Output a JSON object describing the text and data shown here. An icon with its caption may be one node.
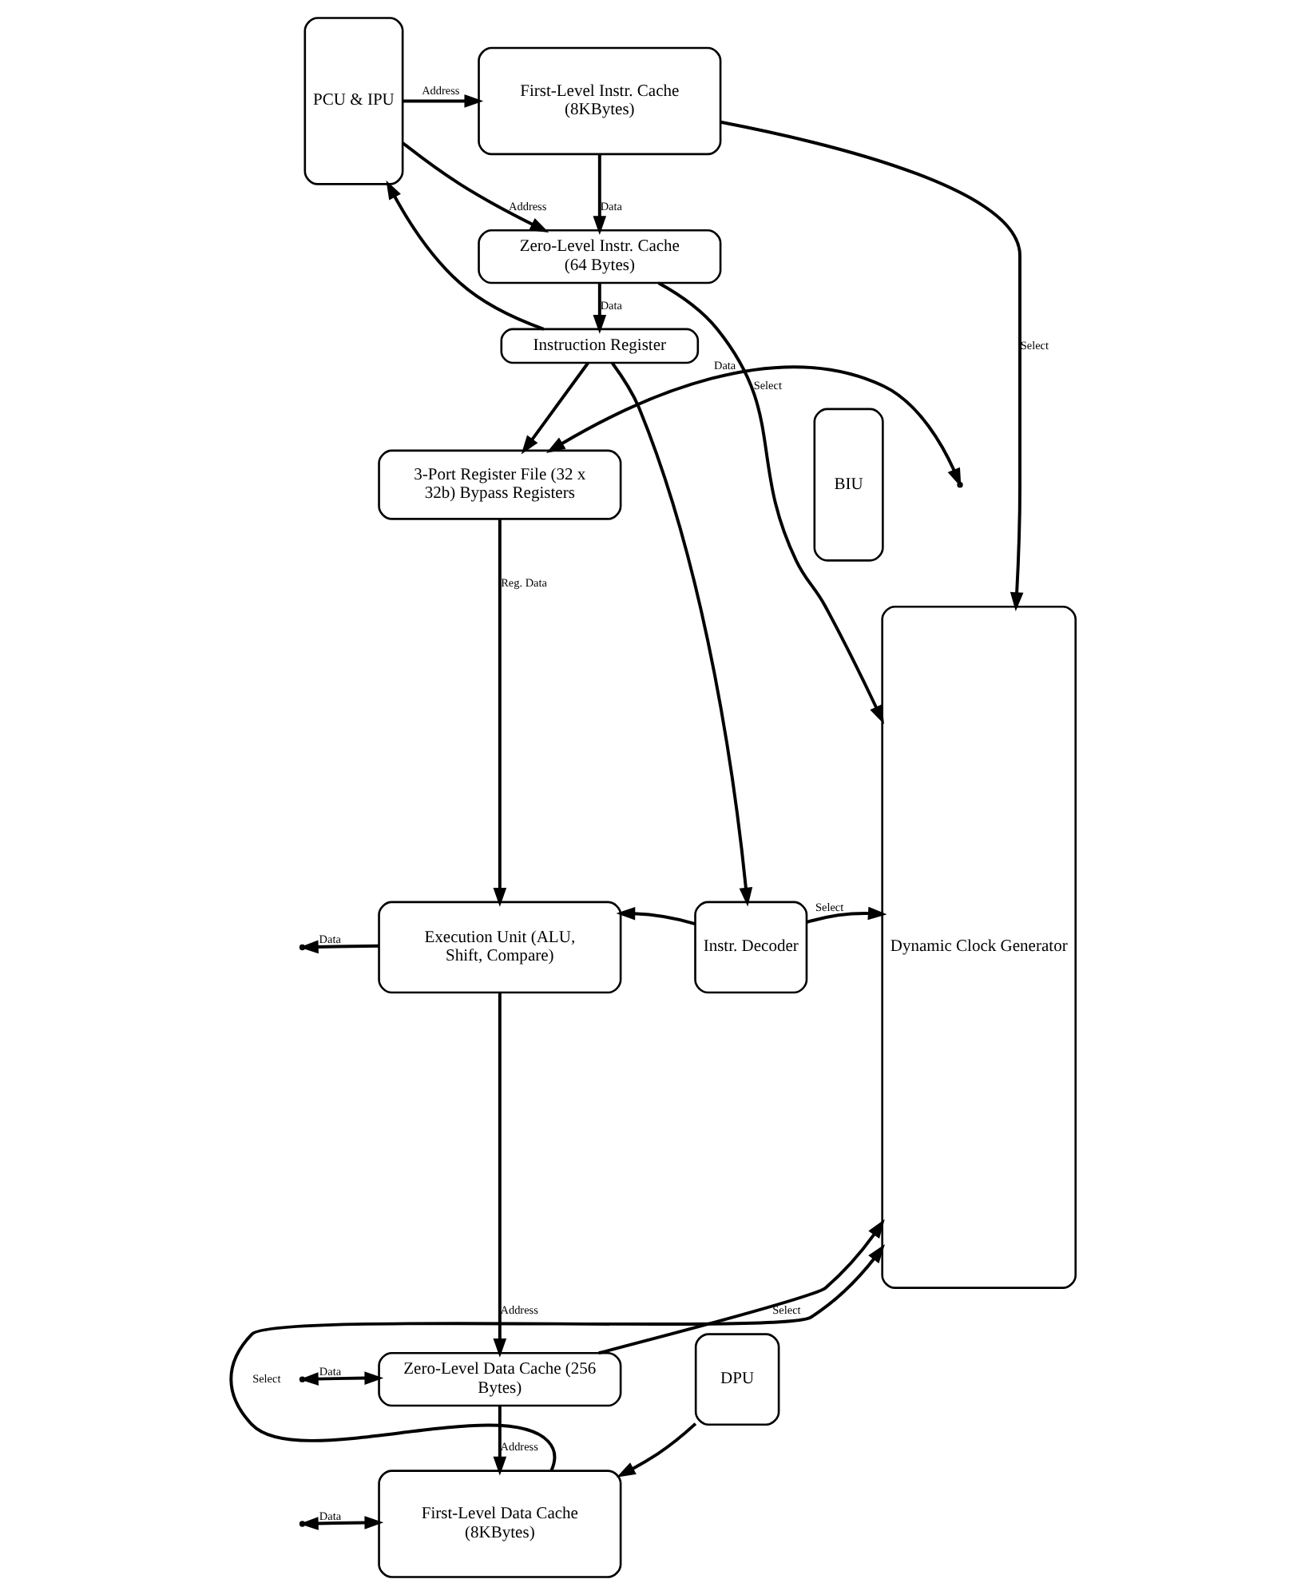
{
  "diagram": {
    "nodes": [
      {
        "text": [
          "PCU & IPU"
        ]
      },
      {
        "text": [
          "First-Level Instr. Cache (8KBytes)"
        ]
      },
      {
        "text": [
          "Zero-Level Instr. Cache (64 Bytes)"
        ]
      },
      {
        "text": [
          "Instruction Register"
        ]
      },
      {
        "text": [
          "BIU"
        ]
      },
      {
        "text": [
          "3-Port Register File (32 x 32b) Bypass Registers"
        ]
      },
      {
        "text": [
          "Execution Unit (ALU, Shift, Compare)"
        ]
      },
      {
        "text": [
          "Instr. Decoder"
        ]
      },
      {
        "text": [
          "Zero-Level Data Cache (256 Bytes)"
        ]
      },
      {
        "text": [
          "DPU"
        ]
      },
      {
        "text": [
          "First-Level Data Cache (8KBytes)"
        ]
      },
      {
        "text": [
          "Dynamic Clock Generator"
        ]
      }
    ],
    "edges": [
      {
        "from": 0,
        "to": 1,
        "arrow": "to",
        "label": "Address"
      },
      {
        "from": 0,
        "to": 2,
        "arrow": "to",
        "label": "Address"
      },
      {
        "from": 1,
        "to": 11,
        "arrow": "to",
        "label": "Select"
      },
      {
        "from": 1,
        "to": 2,
        "arrow": "to",
        "label": "Data"
      },
      {
        "from": 2,
        "to": 11,
        "arrow": "to",
        "label": "Select"
      },
      {
        "from": 2,
        "to": 3,
        "arrow": "to",
        "label": "Data"
      },
      {
        "from": 3,
        "to": 0,
        "arrow": "to"
      },
      {
        "from": 3,
        "to": 5,
        "arrow": "to"
      },
      {
        "from": 3,
        "to": 7,
        "arrow": "to"
      },
      {
        "from": null,
        "to": 5,
        "arrow": "both",
        "label": "Data"
      },
      {
        "from": 5,
        "to": 6,
        "arrow": "to",
        "label": "Reg. Data"
      },
      {
        "from": 6,
        "to": null,
        "arrow": "to",
        "label": "Data"
      },
      {
        "from": 7,
        "to": 6,
        "arrow": "to"
      },
      {
        "from": 7,
        "to": 11,
        "arrow": "to",
        "label": "Select"
      },
      {
        "from": 6,
        "to": 8,
        "arrow": "to",
        "label": "Address"
      },
      {
        "from": null,
        "to": 8,
        "arrow": "both",
        "label": "Data"
      },
      {
        "from": 8,
        "to": 11,
        "arrow": "to",
        "label": "Select"
      },
      {
        "from": 8,
        "to": 10,
        "arrow": "to",
        "label": "Address"
      },
      {
        "from": 9,
        "to": 10,
        "arrow": "to"
      },
      {
        "from": null,
        "to": 10,
        "arrow": "both",
        "label": "Data"
      },
      {
        "from": 10,
        "to": 11,
        "arrow": "to",
        "label": "Select"
      }
    ]
  }
}
